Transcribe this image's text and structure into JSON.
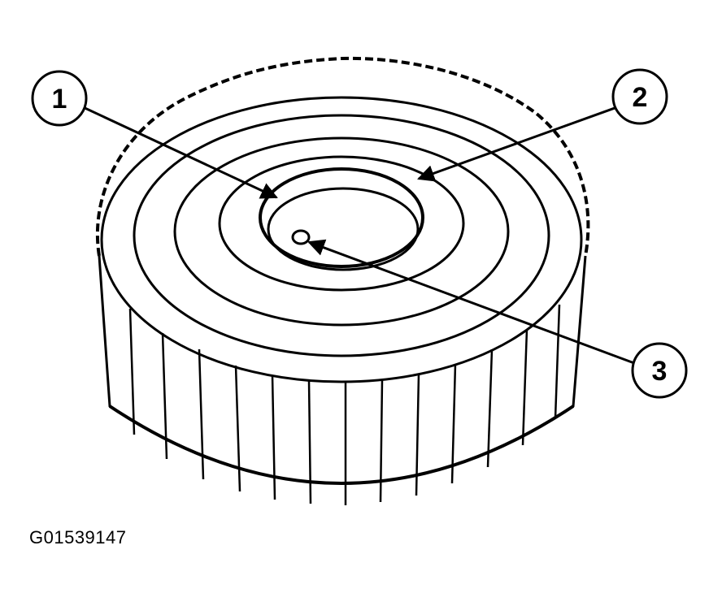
{
  "figure": {
    "id": "G01539147",
    "callouts": [
      {
        "number": "1"
      },
      {
        "number": "2"
      },
      {
        "number": "3"
      }
    ]
  }
}
